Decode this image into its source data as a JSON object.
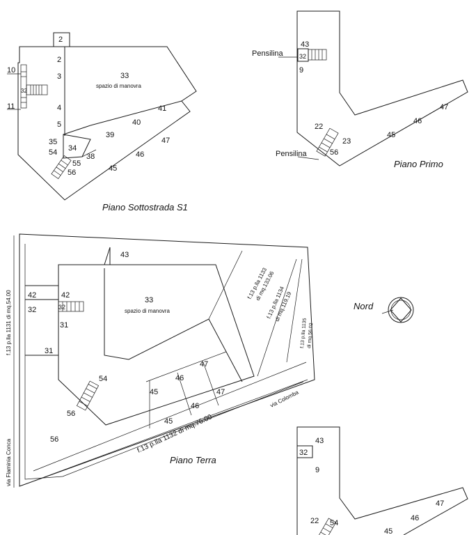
{
  "titles": {
    "s1": "Piano Sottostrada S1",
    "primo": "Piano Primo",
    "terra": "Piano Terra",
    "nord": "Nord"
  },
  "s1": {
    "box2": "2",
    "n2": "2",
    "n3": "3",
    "n4": "4",
    "n5": "5",
    "n10": "10",
    "n11": "11",
    "n32": "32",
    "n33": "33",
    "spazio": "spazio di manovra",
    "n34": "34",
    "n35": "35",
    "n54": "54",
    "n55": "55",
    "n56": "56",
    "n38": "38",
    "n39": "39",
    "n40": "40",
    "n41": "41",
    "n45": "45",
    "n46": "46",
    "n47": "47"
  },
  "primo": {
    "pensilina_top": "Pensilina",
    "pensilina_bottom": "Pensilina",
    "n43": "43",
    "n32": "32",
    "n9": "9",
    "n22": "22",
    "n23": "23",
    "n56": "56",
    "n45": "45",
    "n46": "46",
    "n47": "47"
  },
  "terra": {
    "n43": "43",
    "n42a": "42",
    "n42b": "42",
    "n32a": "32",
    "n32b": "32",
    "n31a": "31",
    "n31b": "31",
    "n33": "33",
    "spazio": "spazio di manovra",
    "n54": "54",
    "n56a": "56",
    "n56b": "56",
    "n45a": "45",
    "n45b": "45",
    "n46a": "46",
    "n46b": "46",
    "n47a": "47",
    "n47b": "47",
    "plot1131": "f.13 p.lla 1131 di mq.54.00",
    "via_flaminia": "via Flaminia Conca",
    "plot1132": "f.13 p.lla 1132 di mq.76.00",
    "via_colomba": "via Colomba",
    "plot1133_a": "f.13 p.lla 1133",
    "plot1133_b": "di mq.133.06",
    "plot1134_a": "f.13 p.lla 1134",
    "plot1134_b": "di mq.119.19",
    "plot1135_a": "f.13 p.lla 1135",
    "plot1135_b": "di mq.56.02"
  },
  "partial": {
    "n43": "43",
    "n32": "32",
    "n9": "9",
    "n22": "22",
    "n54": "54",
    "n45": "45",
    "n46": "46",
    "n47": "47"
  }
}
